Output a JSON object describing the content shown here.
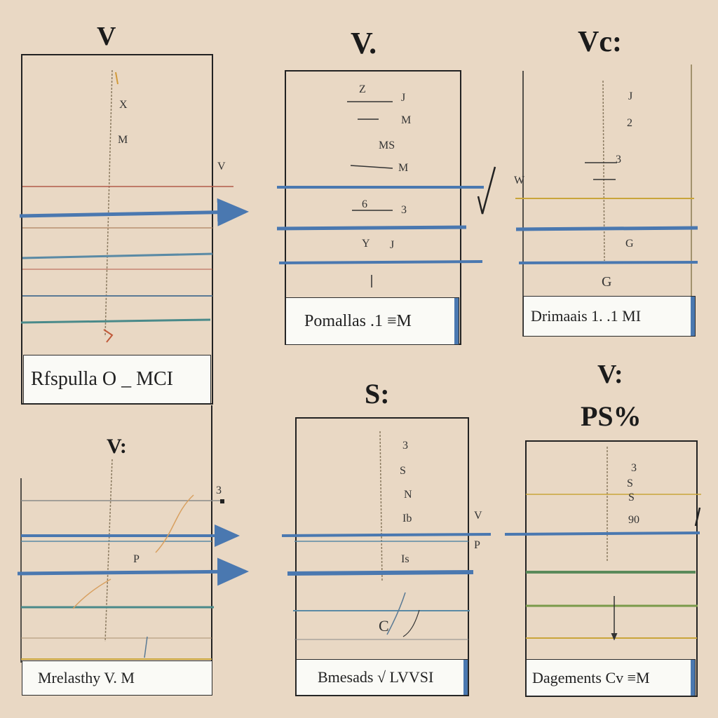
{
  "panels": [
    {
      "heading": "V",
      "caption": "Rfspulla O _ MCI",
      "labels": [
        "X",
        "M",
        "V"
      ]
    },
    {
      "heading": "V.",
      "caption": "Pomallas .1 ≡M",
      "labels": [
        "Z",
        "J",
        "M",
        "MS",
        "M",
        "6",
        "3",
        "Y",
        "J"
      ]
    },
    {
      "heading": "Vc:",
      "caption": "Drimaais 1. .1 MI",
      "labels": [
        "J",
        "2",
        "3",
        "G",
        "W",
        "G"
      ]
    },
    {
      "heading": "V:",
      "caption": "Mrelasthy V. M",
      "labels": [
        "3",
        "P"
      ]
    },
    {
      "heading": "S:",
      "caption": "Bmesads √ LVVSI",
      "labels": [
        "3",
        "S",
        "N",
        "Ib",
        "V",
        "Is",
        "P",
        "C"
      ]
    },
    {
      "heading": "V:",
      "subheading": "PS%",
      "caption": "Dagements Cv ≡M",
      "labels": [
        "3",
        "S",
        "S",
        "90"
      ]
    }
  ],
  "colors": {
    "background": "#e9d8c4",
    "blue_line": "#4a78b0",
    "red_line": "#b35a4a",
    "gold_line": "#c9a53a",
    "green_line": "#5a8a5a",
    "ink": "#1b1b1b"
  }
}
